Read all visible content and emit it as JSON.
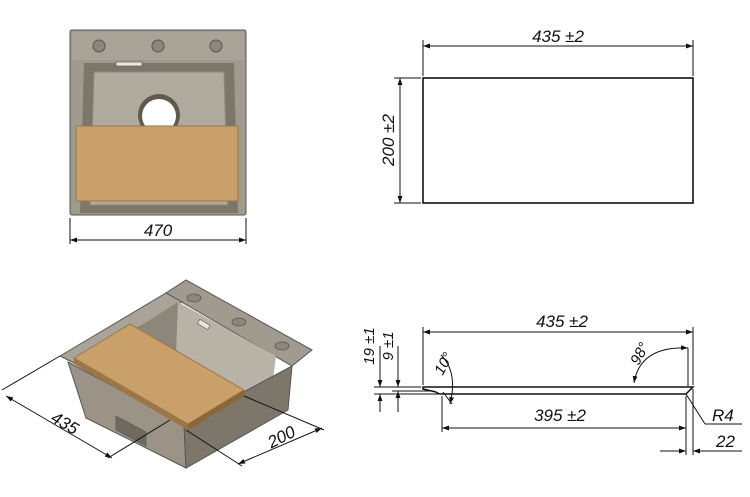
{
  "views": {
    "top_sink": {
      "width_label": "470"
    },
    "board_plan": {
      "width_label": "435 ±2",
      "height_label": "200 ±2"
    },
    "iso_sink": {
      "length_label": "435",
      "width_label": "200"
    },
    "board_section": {
      "top_width_label": "435 ±2",
      "bottom_width_label": "395 ±2",
      "thickness_label": "19 ±1",
      "step_label": "9 ±1",
      "angle_left_label": "10°",
      "angle_right_label": "98°",
      "radius_label": "R4",
      "edge_label": "22"
    }
  },
  "colors": {
    "sink_body": "#a19a8e",
    "sink_dark": "#7d766b",
    "sink_inner": "#b1aa9e",
    "board": "#c9a06a",
    "board_edge": "#9c7646",
    "line": "#111111"
  }
}
